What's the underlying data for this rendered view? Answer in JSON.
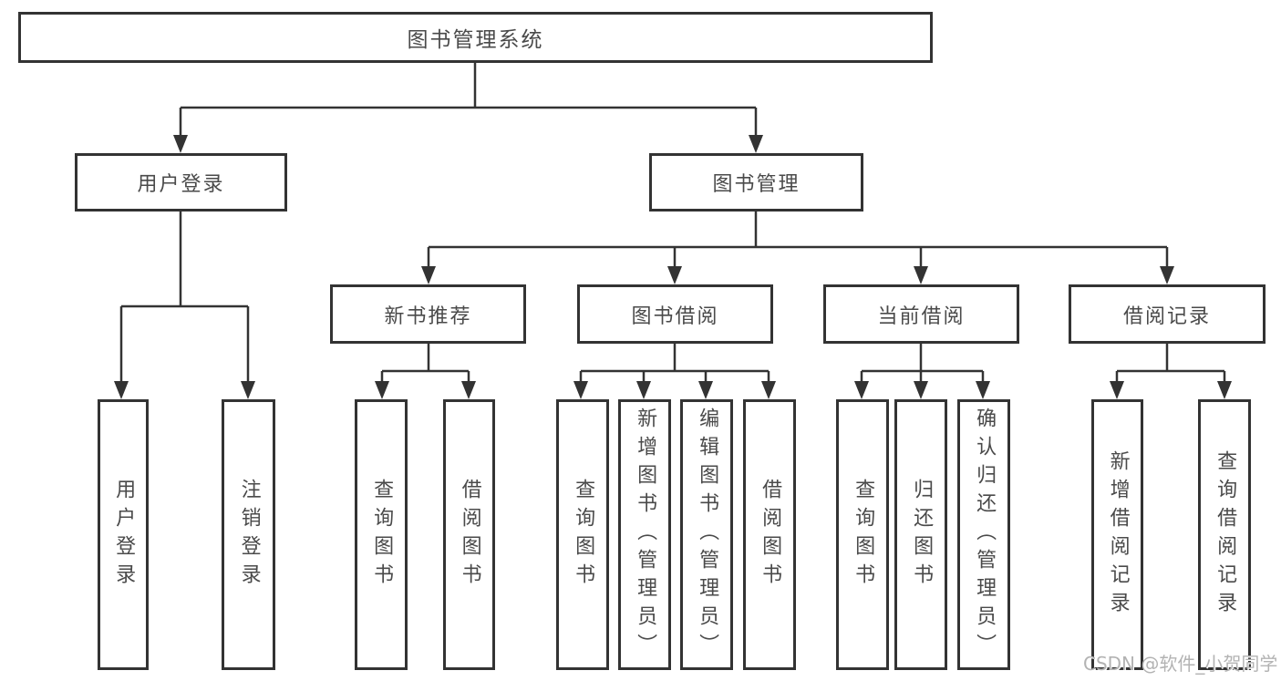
{
  "diagram": {
    "title": "图书管理系统",
    "colors": {
      "line": "#333333",
      "border": "#333333",
      "text": "#4a4a4a",
      "background": "#ffffff",
      "watermark": "#b3b3b3"
    },
    "nodes": {
      "root": "图书管理系统",
      "user_login_branch": "用户登录",
      "book_management_branch": "图书管理",
      "new_book_recommend": "新书推荐",
      "book_borrowing": "图书借阅",
      "current_borrowing": "当前借阅",
      "borrowing_records": "借阅记录",
      "leaf_user_login": "用户登录",
      "leaf_logout": "注销登录",
      "leaf_recommend_query_books": "查询图书",
      "leaf_recommend_borrow_books": "借阅图书",
      "leaf_borrowing_query_books": "查询图书",
      "leaf_add_books_admin": "新增图书（管理员）",
      "leaf_edit_books_admin": "编辑图书（管理员）",
      "leaf_borrowing_borrow_books": "借阅图书",
      "leaf_current_query_books": "查询图书",
      "leaf_return_books": "归还图书",
      "leaf_confirm_return_admin": "确认归还（管理员）",
      "leaf_add_borrow_record": "新增借阅记录",
      "leaf_query_borrow_record": "查询借阅记录"
    }
  },
  "watermark": "CSDN @软件_小贺同学"
}
